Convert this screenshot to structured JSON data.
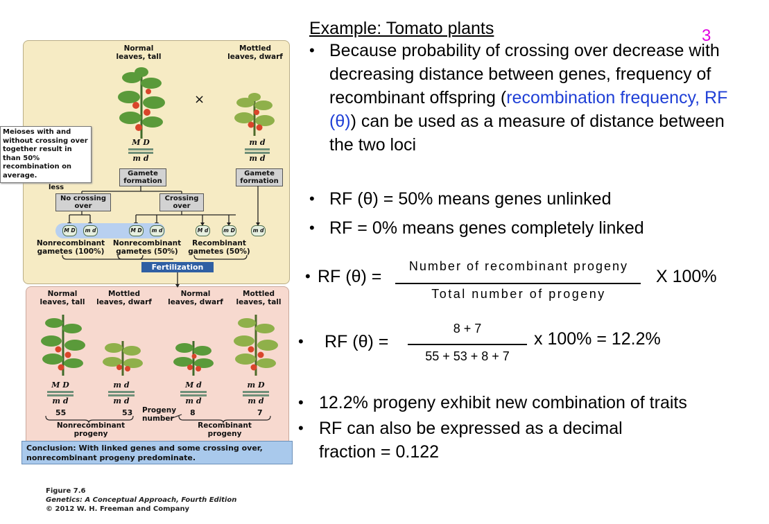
{
  "slide_number": "3",
  "title": "Example: Tomato plants",
  "bullets": {
    "b1_pre": "Because probability of crossing over decrease with decreasing distance between genes, frequency of recombinant offspring (",
    "b1_highlight": "recombination frequency, RF (θ)",
    "b1_post": ") can be used as a measure of distance between the two loci",
    "b2": "RF (θ) = 50% means genes unlinked",
    "b3": "RF = 0% means genes completely linked",
    "b4": "12.2% progeny exhibit new combination of traits",
    "b5": "RF can also be expressed as a decimal fraction = 0.122"
  },
  "formula1": {
    "lhs": "RF (θ) =",
    "numerator": "Number of recombinant progeny",
    "denominator": "Total number of progeny",
    "rhs": "X 100%"
  },
  "formula2": {
    "lhs": "RF (θ) =",
    "numerator": "8 + 7",
    "denominator": "55 + 53 + 8 + 7",
    "rhs": "x 100% = 12.2%"
  },
  "figure": {
    "parent_left": "Normal\nleaves, tall",
    "parent_right": "Mottled\nleaves, dwarf",
    "cross_symbol": "×",
    "parent_left_geno_top": "M  D",
    "parent_left_geno_bottom": "m  d",
    "parent_right_geno_top": "m  d",
    "parent_right_geno_bottom": "m  d",
    "gamete_formation": "Gamete\nformation",
    "no_crossing_over": "No crossing\nover",
    "crossing_over": "Crossing\nover",
    "note": "Meioses with and without crossing over together result in            than 50% recombination on average.",
    "note_less": "less",
    "gametes": [
      "M D",
      "m d",
      "M D",
      "m d",
      "M d",
      "m D",
      "m d"
    ],
    "gamete_label_1": "Nonrecombinant\ngametes (100%)",
    "gamete_label_2": "Nonrecombinant\ngametes (50%)",
    "gamete_label_3": "Recombinant\ngametes (50%)",
    "fertilization": "Fertilization",
    "progeny": [
      {
        "label": "Normal\nleaves, tall",
        "top": "M  D",
        "bottom": "m  d",
        "count": "55"
      },
      {
        "label": "Mottled\nleaves, dwarf",
        "top": "m  d",
        "bottom": "m  d",
        "count": "53"
      },
      {
        "label": "Normal\nleaves, dwarf",
        "top": "M  d",
        "bottom": "m  d",
        "count": "8"
      },
      {
        "label": "Mottled\nleaves, tall",
        "top": "m  D",
        "bottom": "m  d",
        "count": "7"
      }
    ],
    "progeny_number": "Progeny\nnumber",
    "nonrecombinant_progeny": "Nonrecombinant\nprogeny",
    "recombinant_progeny": "Recombinant\nprogeny",
    "conclusion": "Conclusion: With linked genes and some crossing over, nonrecombinant progeny predominate.",
    "caption_title": "Figure 7.6",
    "caption_book": "Genetics: A Conceptual Approach, Fourth Edition",
    "caption_copyright": "© 2012 W. H. Freeman and Company"
  },
  "colors": {
    "upper_panel": "#f6ebc4",
    "lower_panel": "#f7d9cf",
    "fertilization_bar": "#2f5fa3",
    "conclusion_box": "#a9c9ec",
    "highlight_text": "#1f3fd6",
    "slide_number": "#e000e0"
  }
}
